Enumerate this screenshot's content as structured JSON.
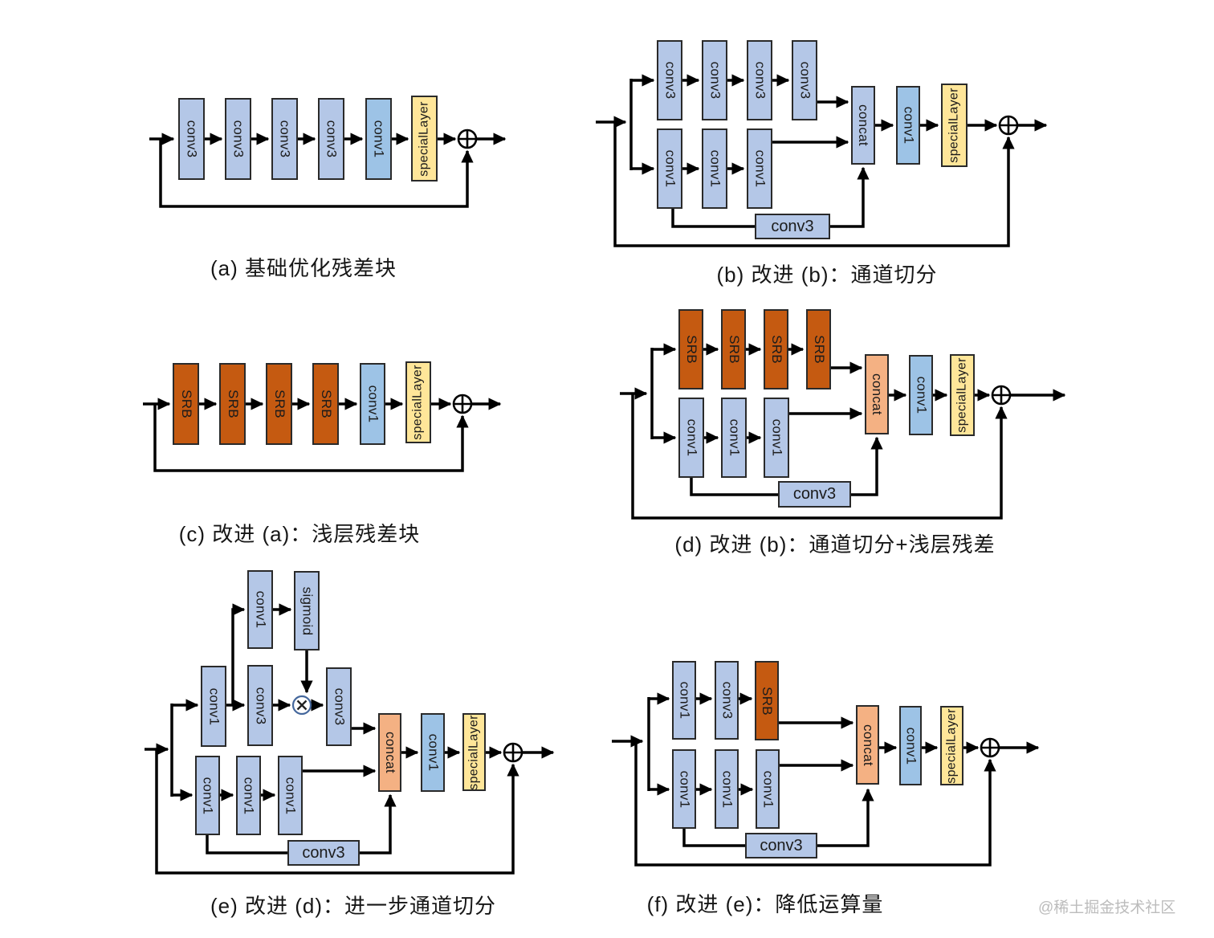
{
  "palette": {
    "light_blue": "#b4c7e7",
    "mid_blue": "#9dc3e6",
    "orange": "#c55a11",
    "salmon": "#f4b183",
    "yellow": "#ffe699",
    "wire_black": "#000000",
    "multiply_ring_blue": "#44679c",
    "watermark_gray": "#bcbcbc"
  },
  "icons": {
    "add": "circled-plus-icon",
    "multiply": "circled-times-icon"
  },
  "watermark": "@稀土掘金技术社区",
  "diagrams": {
    "a": {
      "caption": "(a) 基础优化残差块",
      "blocks": [
        "conv3",
        "conv3",
        "conv3",
        "conv3",
        "conv1",
        "specialLayer"
      ]
    },
    "b": {
      "caption": "(b) 改进 (b)：通道切分",
      "top_branch": [
        "conv3",
        "conv3",
        "conv3",
        "conv3"
      ],
      "bottom_branch": [
        "conv1",
        "conv1",
        "conv1"
      ],
      "shortcut_conv": "conv3",
      "merge": [
        "concat",
        "conv1",
        "specialLayer"
      ]
    },
    "c": {
      "caption": "(c) 改进 (a)：浅层残差块",
      "blocks": [
        "SRB",
        "SRB",
        "SRB",
        "SRB",
        "conv1",
        "specialLayer"
      ]
    },
    "d": {
      "caption": "(d) 改进 (b)：通道切分+浅层残差",
      "top_branch": [
        "SRB",
        "SRB",
        "SRB",
        "SRB"
      ],
      "bottom_branch": [
        "conv1",
        "conv1",
        "conv1"
      ],
      "shortcut_conv": "conv3",
      "merge": [
        "concat",
        "conv1",
        "specialLayer"
      ]
    },
    "e": {
      "caption": "(e) 改进 (d)：进一步通道切分",
      "attention_branch": [
        "conv1",
        "sigmoid"
      ],
      "mid_branch": [
        "conv1",
        "conv3",
        "conv3"
      ],
      "bottom_branch": [
        "conv1",
        "conv1",
        "conv1"
      ],
      "shortcut_conv": "conv3",
      "merge": [
        "concat",
        "conv1",
        "specialLayer"
      ]
    },
    "f": {
      "caption": "(f) 改进 (e)：降低运算量",
      "top_branch": [
        "conv1",
        "conv3",
        "SRB"
      ],
      "bottom_branch": [
        "conv1",
        "conv1",
        "conv1"
      ],
      "shortcut_conv": "conv3",
      "merge": [
        "concat",
        "conv1",
        "specialLayer"
      ]
    }
  }
}
